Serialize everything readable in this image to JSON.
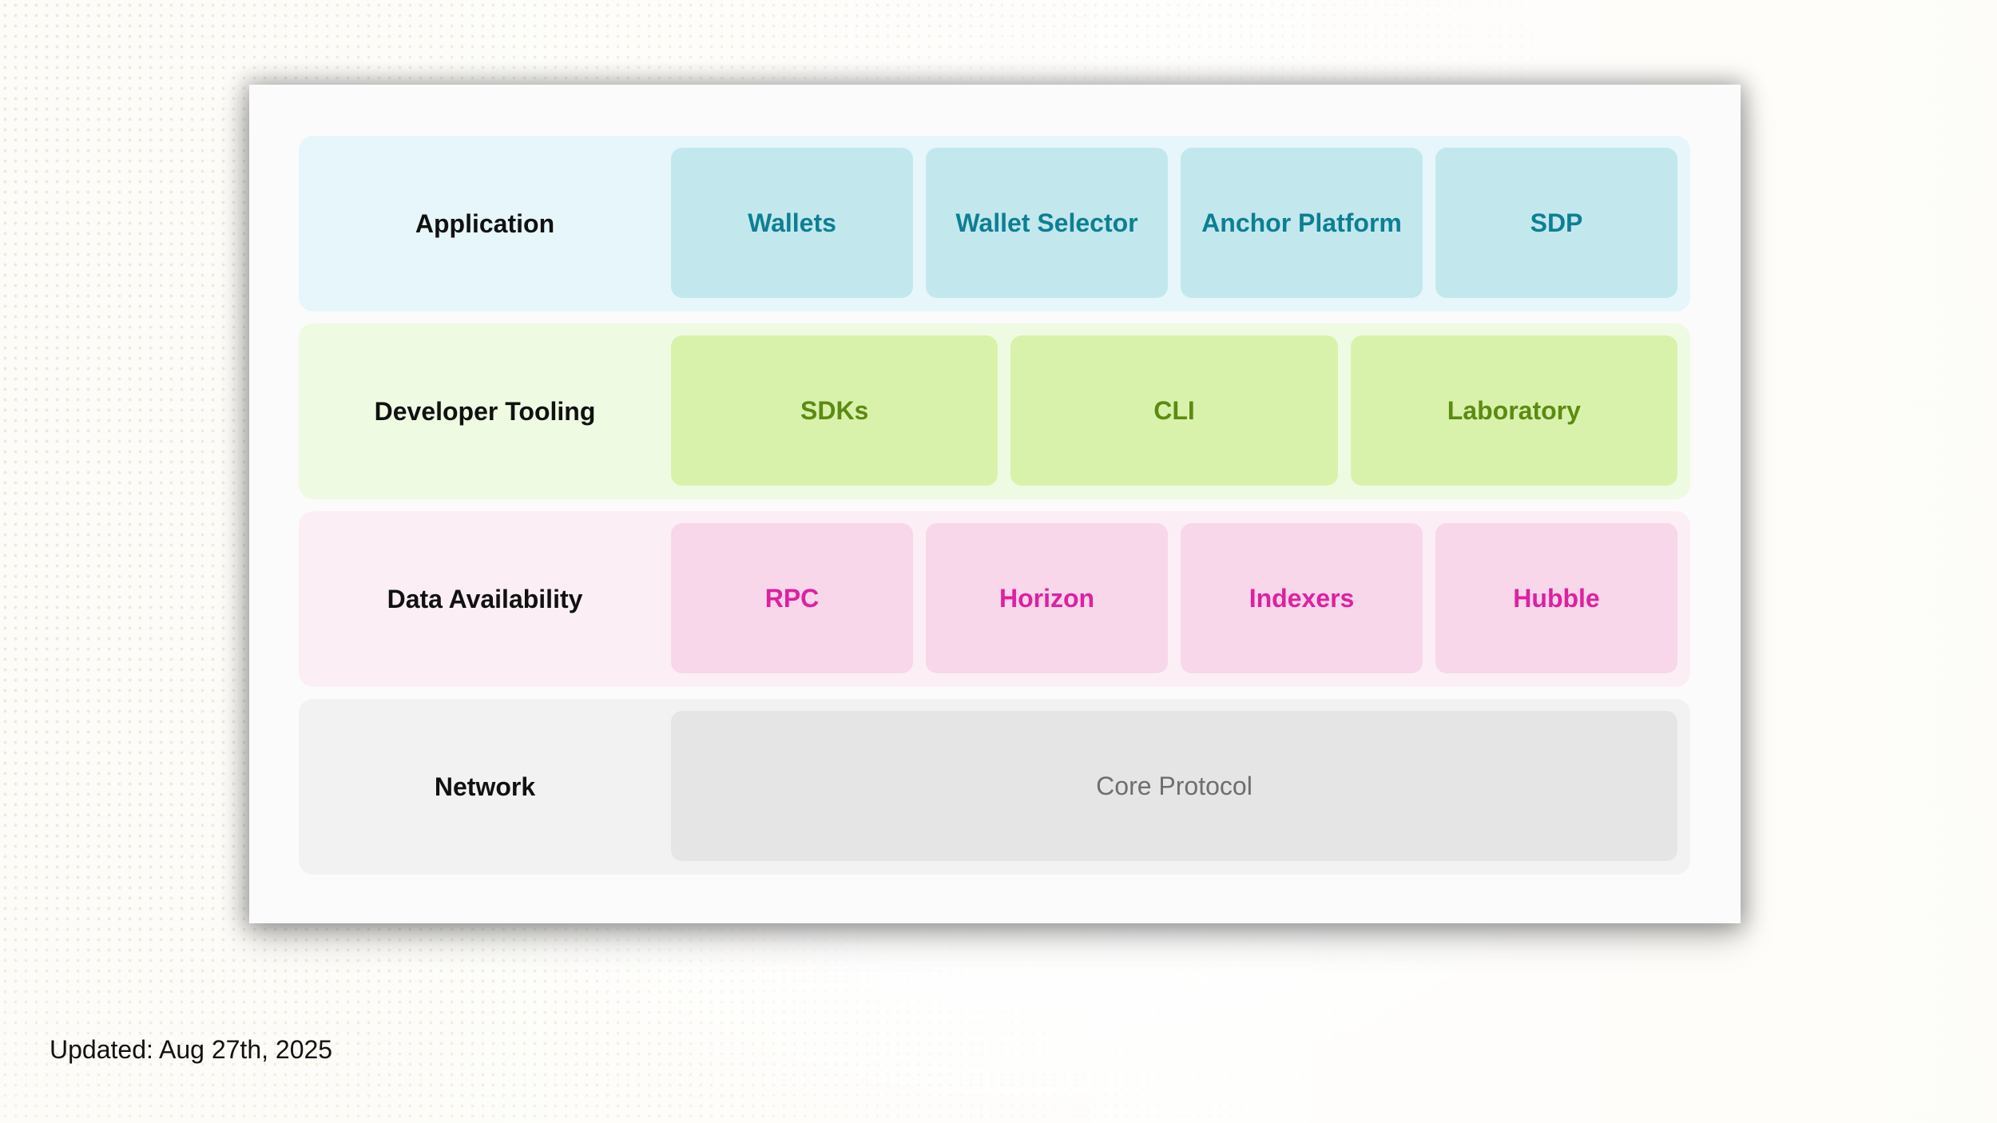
{
  "layers": [
    {
      "label": "Application",
      "components": [
        "Wallets",
        "Wallet Selector",
        "Anchor Platform",
        "SDP"
      ]
    },
    {
      "label": "Developer Tooling",
      "components": [
        "SDKs",
        "CLI",
        "Laboratory"
      ]
    },
    {
      "label": "Data Availability",
      "components": [
        "RPC",
        "Horizon",
        "Indexers",
        "Hubble"
      ]
    },
    {
      "label": "Network",
      "components": [
        "Core Protocol"
      ]
    }
  ],
  "footer": {
    "updated": "Updated: Aug 27th, 2025"
  },
  "colors": {
    "application_tile_text": "#0e7f93",
    "developer_tile_text": "#5d8a12",
    "data_tile_text": "#df20a0",
    "network_tile_text": "#6e6e6e"
  }
}
